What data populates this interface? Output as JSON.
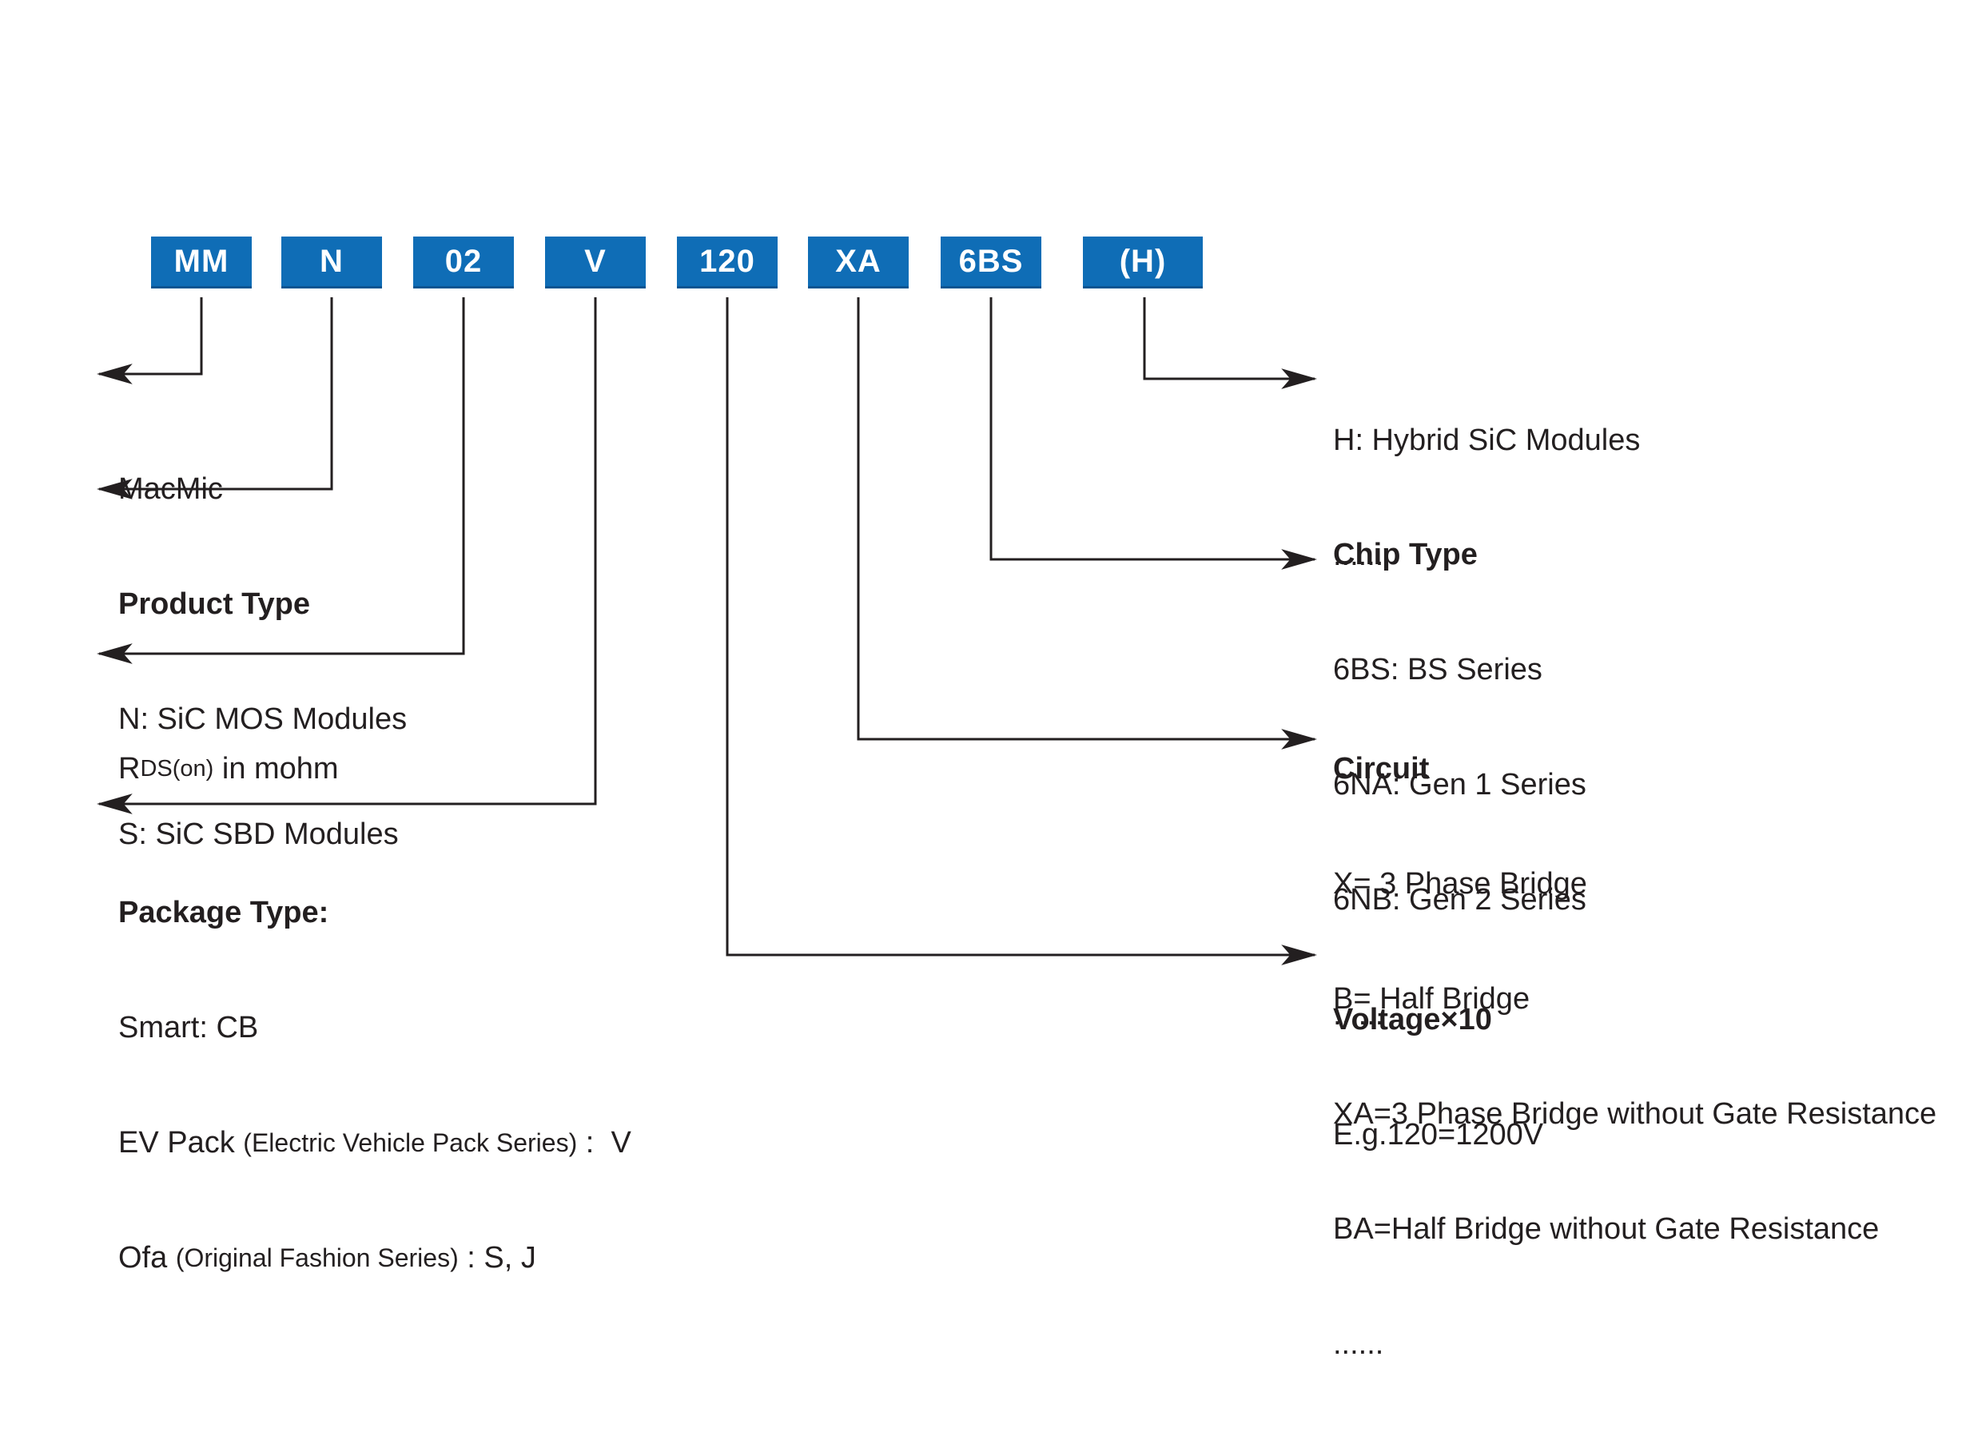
{
  "colors": {
    "box_blue": "#0f6db6",
    "box_text": "#ffffff",
    "line_color": "#231f20",
    "text_color": "#231f20",
    "background": "#ffffff"
  },
  "part_code": {
    "boxes": [
      {
        "label": "MM"
      },
      {
        "label": "N"
      },
      {
        "label": "02"
      },
      {
        "label": "V"
      },
      {
        "label": "120"
      },
      {
        "label": "XA"
      },
      {
        "label": "6BS"
      },
      {
        "label": "(H)"
      }
    ]
  },
  "callouts": {
    "macmic": {
      "line1": "MacMic"
    },
    "product_type": {
      "title": "Product Type",
      "item1": "N: SiC MOS Modules",
      "item2": "S: SiC SBD Modules"
    },
    "rds": {
      "prefix": "R",
      "sub": "DS(on)",
      "suffix": " in mohm"
    },
    "package_type": {
      "title": "Package Type:",
      "item1": "Smart: CB",
      "ev_prefix": "EV Pack ",
      "ev_paren": "(Electric Vehicle Pack Series)",
      "ev_suffix": " :  V",
      "ofa_prefix": "Ofa ",
      "ofa_paren": "(Original Fashion Series)",
      "ofa_suffix": " : S, J"
    },
    "voltage": {
      "title": "Voltage×10",
      "item1": "E.g.120=1200V"
    },
    "circuit": {
      "title": "Circuit",
      "item1": "X= 3 Phase Bridge",
      "item2": "B= Half Bridge",
      "item3": "XA=3 Phase Bridge without Gate Resistance",
      "item4": "BA=Half Bridge without Gate Resistance",
      "item5": "......"
    },
    "chip_type": {
      "title": "Chip Type",
      "item1": "6BS: BS Series",
      "item2": "6NA: Gen 1 Series",
      "item3": "6NB: Gen 2 Series",
      "item4": "......"
    },
    "hybrid": {
      "item1": "H: Hybrid SiC Modules",
      "item2": "......"
    }
  }
}
